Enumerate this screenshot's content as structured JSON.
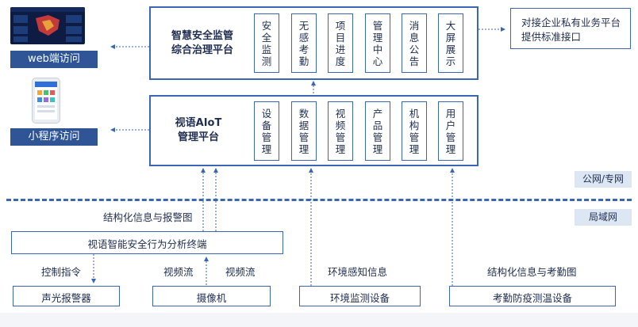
{
  "diagram": {
    "top_platform": {
      "title_line1": "智慧安全监管",
      "title_line2": "综合治理平台",
      "modules": [
        "安全监测",
        "无感考勤",
        "项目进度",
        "管理中心",
        "消息公告",
        "大屏展示"
      ]
    },
    "aiot_platform": {
      "title_line1": "视语AIoT",
      "title_line2": "管理平台",
      "modules": [
        "设备管理",
        "数据管理",
        "视频管理",
        "产品管理",
        "机构管理",
        "用户管理"
      ]
    },
    "external": {
      "line1": "对接企业私有业务平台",
      "line2": "提供标准接口"
    },
    "access": {
      "web": "web端访问",
      "mini": "小程序访问"
    },
    "network": {
      "public": "公网/专网",
      "lan": "局域网"
    },
    "terminal": "视语智能安全行为分析终端",
    "labels": {
      "structured_alarm": "结构化信息与报警图",
      "control": "控制指令",
      "video1": "视频流",
      "video2": "视频流",
      "env_info": "环境感知信息",
      "attendance_info": "结构化信息与考勤图"
    },
    "devices": {
      "alarm": "声光报警器",
      "camera": "摄像机",
      "env": "环境监测设备",
      "temp": "考勤防疫测温设备"
    }
  },
  "colors": {
    "primary_blue": "#3a66b4",
    "dark_blue": "#2f5597",
    "light_blue_tag": "#dde6f3",
    "text": "#1f2d50"
  },
  "icons": {
    "web_screen": "dashboard-screen-icon",
    "phone": "mobile-phone-icon"
  }
}
